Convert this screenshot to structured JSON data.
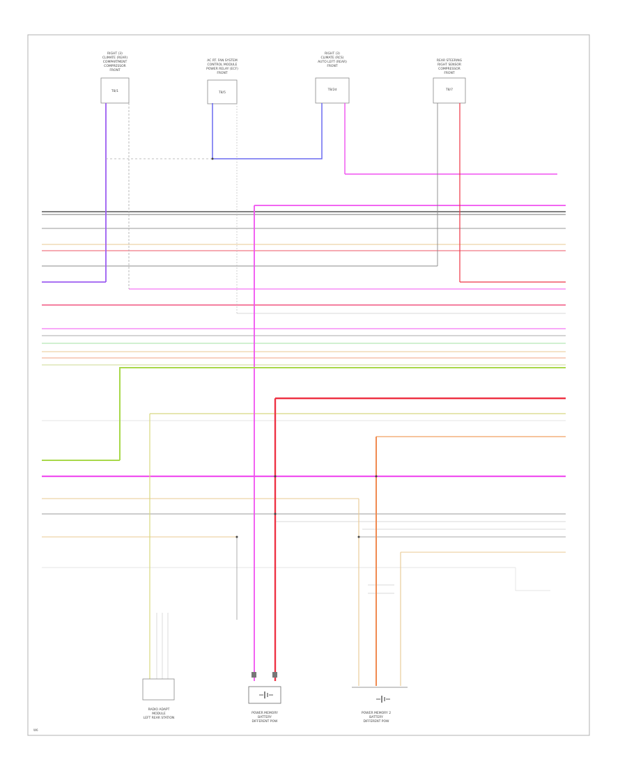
{
  "diagram": {
    "page_label": "W6",
    "top_components": [
      {
        "id": "c1",
        "caption": [
          "RIGHT (3)",
          "CLIMATE (REAR)",
          "COMPARTMENT",
          "COMPRESSOR",
          "FRONT"
        ],
        "part": "T8/1"
      },
      {
        "id": "c2",
        "caption": [
          "AC RT. FAN SYSTEM",
          "CONTROL MODULE",
          "POWER RELAY (ECF)",
          "FRONT"
        ],
        "part": "T8/5"
      },
      {
        "id": "c3",
        "caption": [
          "RIGHT (3)",
          "CLIMATE (RCS)",
          "AUTO LEFT (REAR)",
          "FRONT"
        ],
        "part": "T8/2d"
      },
      {
        "id": "c4",
        "caption": [
          "REAR STEERING",
          "RIGHT SENSOR",
          "COMPRESSOR",
          "FRONT"
        ],
        "part": "T8/7"
      }
    ],
    "bottom_components": [
      {
        "id": "b1",
        "caption": [
          "RADIO ADAPT",
          "MODULE",
          "LEFT REAR STATION"
        ]
      },
      {
        "id": "b2",
        "caption": [
          "POWER MEMORY",
          "BATTERY",
          "DIFFERENT POW"
        ]
      },
      {
        "id": "b3",
        "caption": [
          "POWER MEMORY 2",
          "BATTERY",
          "DIFFERENT POW"
        ]
      }
    ],
    "wire_colors": {
      "violet": "#9b5cf0",
      "blue": "#6a6af0",
      "pink": "#f050f0",
      "grey": "#888888",
      "black": "#333333",
      "red": "#ee3344",
      "orange": "#f08a50",
      "yellow": "#d8d880",
      "green": "#a8d84a",
      "light_green": "#a0e0a0",
      "tan": "#e8c890",
      "light": "#cccccc"
    }
  }
}
